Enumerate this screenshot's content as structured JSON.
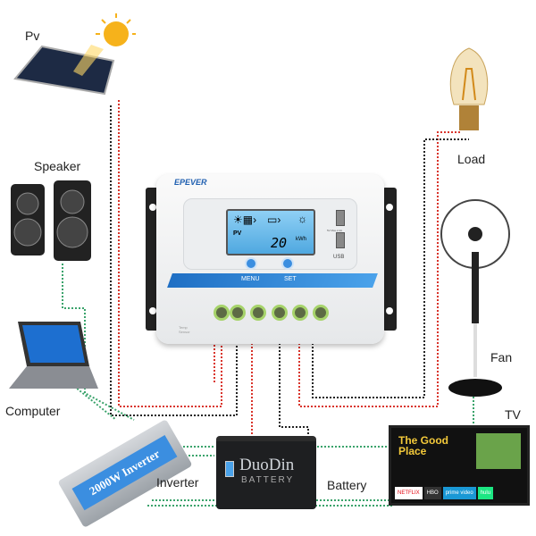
{
  "labels": {
    "pv": "Pv",
    "speaker": "Speaker",
    "computer": "Computer",
    "inverter": "Inverter",
    "battery": "Battery",
    "tv": "TV",
    "fan": "Fan",
    "load": "Load"
  },
  "controller": {
    "brand": "EPEVER",
    "lcd_pv": "PV",
    "lcd_value": "20",
    "lcd_unit": "kWh",
    "menu": "MENU",
    "set": "SET",
    "usb": "USB",
    "usb_spec": "5V Max.2.4A",
    "temp": "Temp Sensor"
  },
  "battery": {
    "brand": "DuoDin",
    "sub": "BATTERY"
  },
  "inverter": {
    "text": "2000W Inverter"
  },
  "tv": {
    "title": "The Good Place",
    "apps": [
      "NETFLIX",
      "HBO",
      "prime video",
      "hulu"
    ]
  },
  "colors": {
    "positive_wire": "#d9342b",
    "negative_wire": "#222222",
    "ac_wire": "#3aa36b",
    "accent": "#2a7fd4"
  }
}
